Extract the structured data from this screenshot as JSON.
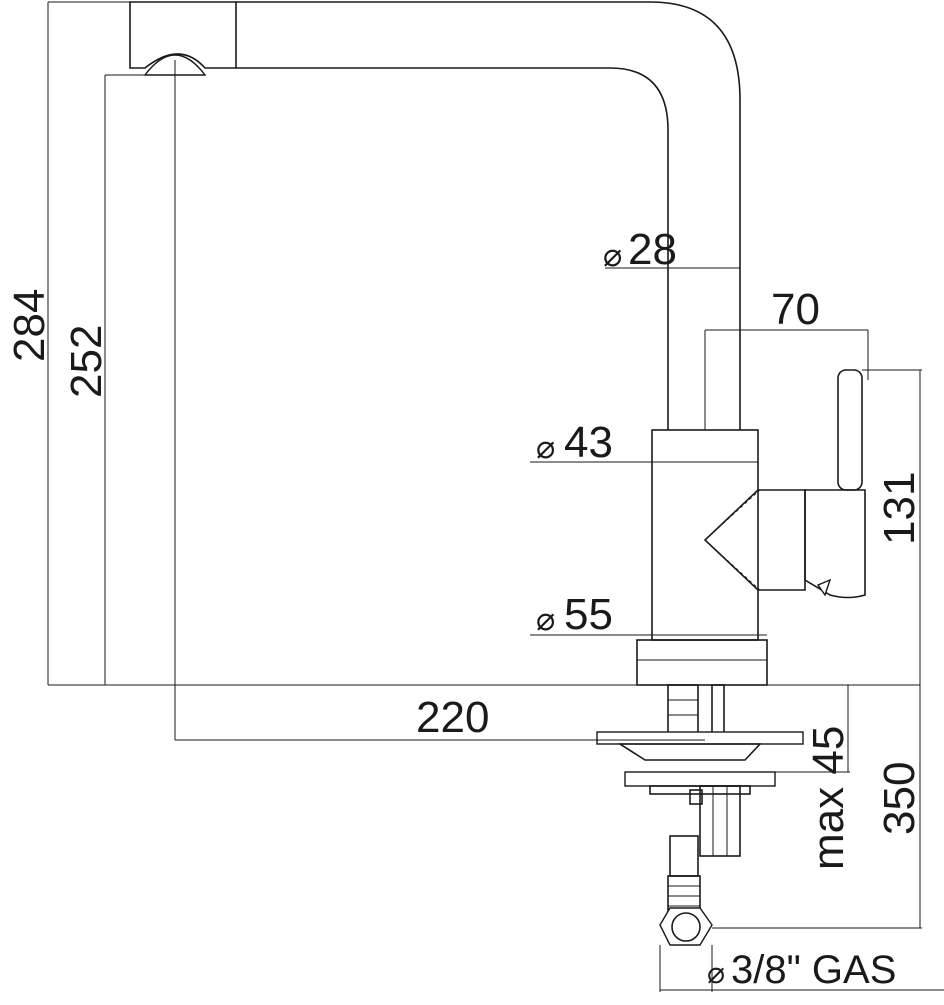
{
  "drawing": {
    "dimensions": {
      "total_height": "284",
      "spout_height": "252",
      "spout_reach": "220",
      "tube_diameter_symbol": "⌀",
      "tube_diameter": "28",
      "lever_reach": "70",
      "body_diameter_symbol": "⌀",
      "body_diameter": "43",
      "base_diameter_symbol": "⌀",
      "base_diameter": "55",
      "lever_height": "131",
      "deck_thickness": "max 45",
      "hose_length": "350",
      "connection_symbol": "⌀",
      "connection": "3/8\" GAS"
    }
  }
}
